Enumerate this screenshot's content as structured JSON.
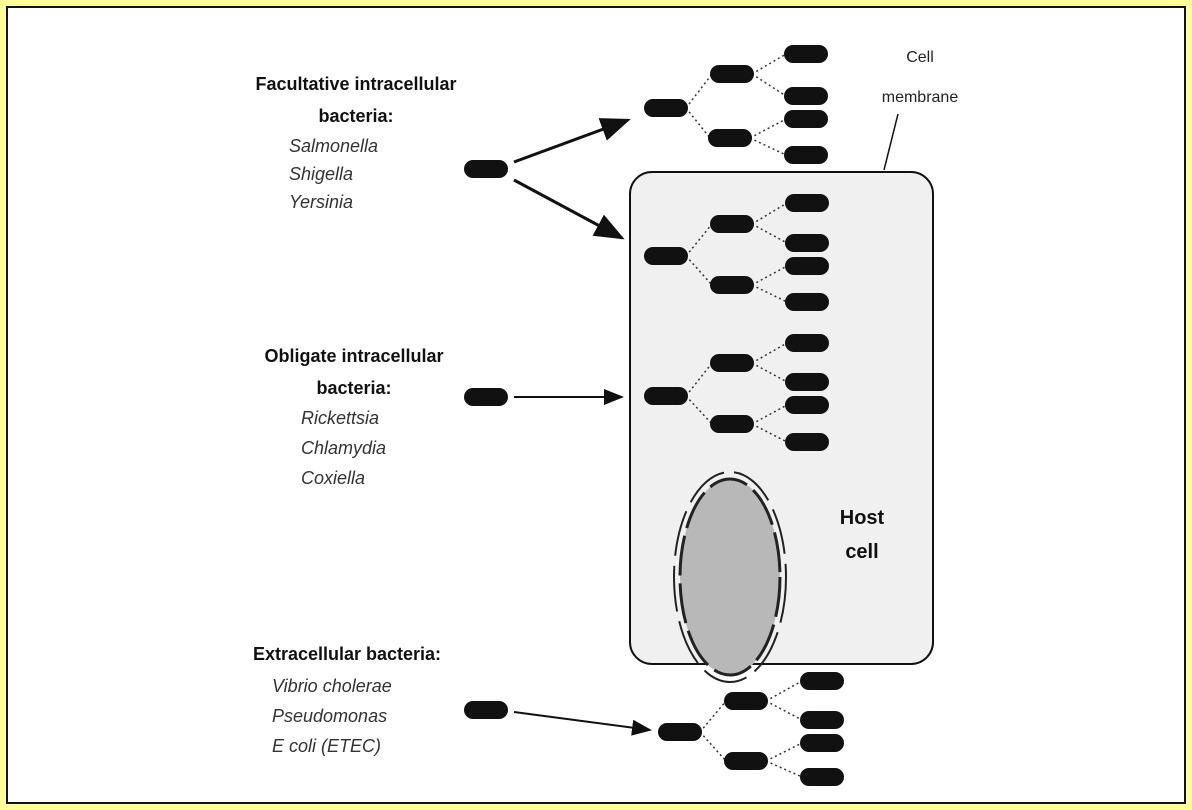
{
  "groups": {
    "facultative": {
      "title_line1": "Facultative intracellular",
      "title_line2": "bacteria:",
      "examples": [
        "Salmonella",
        "Shigella",
        "Yersinia"
      ]
    },
    "obligate": {
      "title_line1": "Obligate intracellular",
      "title_line2": "bacteria:",
      "examples": [
        "Rickettsia",
        "Chlamydia",
        "Coxiella"
      ]
    },
    "extracellular": {
      "title_line1": "Extracellular bacteria:",
      "examples": [
        "Vibrio cholerae",
        "Pseudomonas",
        "E coli (ETEC)"
      ]
    }
  },
  "labels": {
    "cell_membrane_line1": "Cell",
    "cell_membrane_line2": "membrane",
    "host_cell_line1": "Host",
    "host_cell_line2": "cell"
  },
  "colors": {
    "frame": "#ffff99",
    "host_cell_fill": "#f0f0f0",
    "nucleus_fill": "#b8b8b8",
    "bacterium": "#111111"
  }
}
